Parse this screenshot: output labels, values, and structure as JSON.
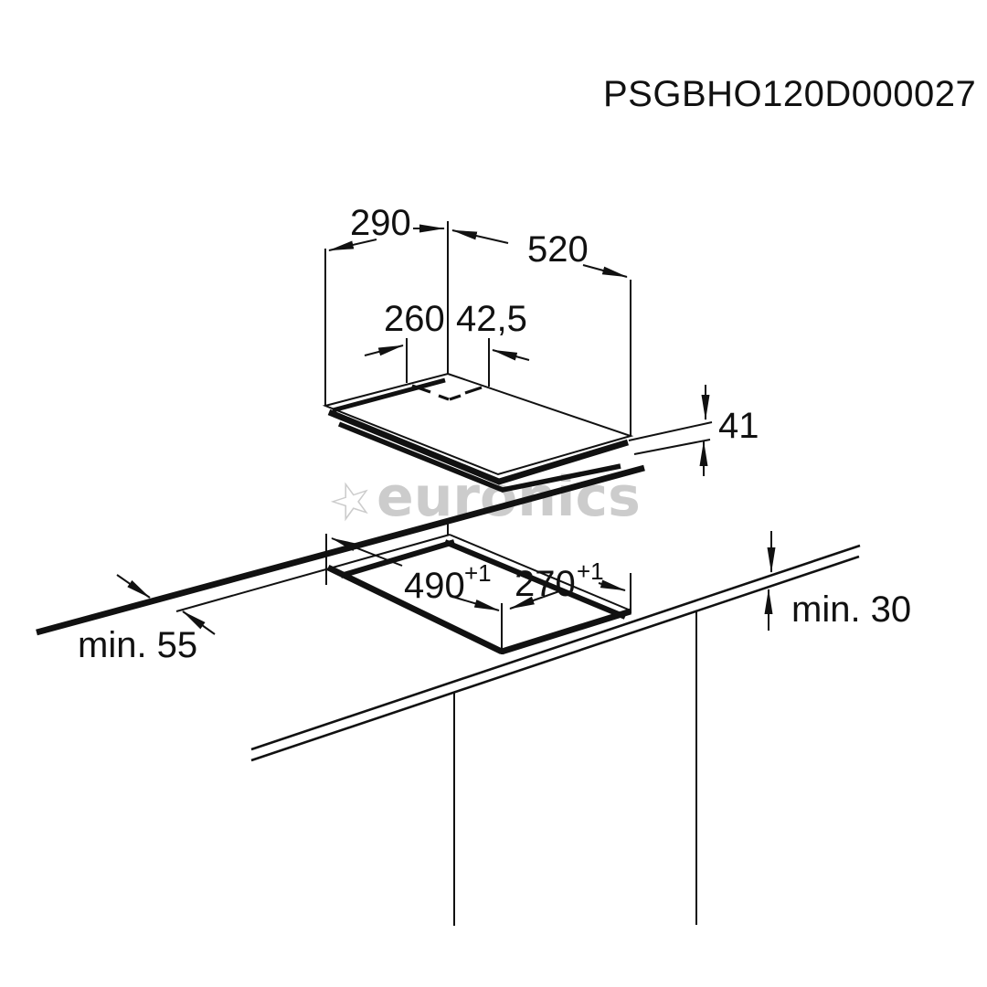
{
  "colors": {
    "line": "#111111",
    "background": "#ffffff",
    "watermark": "#cccccc"
  },
  "header": {
    "title": "PSGBHO120D000027"
  },
  "watermark": {
    "star": "☆",
    "text": "euronics"
  },
  "hob": {
    "width_label": "290",
    "depth_label": "520",
    "control_offset_label": "260",
    "control_offset_minor_label": "42,5",
    "body_height_label": "41"
  },
  "cutout": {
    "length_label": "490",
    "length_tolerance": "+1",
    "width_label": "270",
    "width_tolerance": "+1",
    "rear_clearance_label": "min. 55",
    "worktop_thickness_label": "min. 30"
  }
}
